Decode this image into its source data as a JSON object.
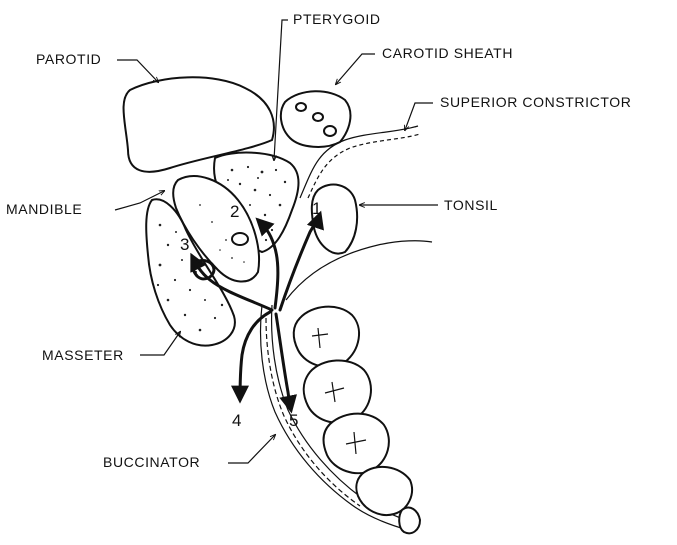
{
  "labels": {
    "pterygoid": "PTERYGOID",
    "parotid": "PAROTID",
    "carotid_sheath": "CAROTID SHEATH",
    "superior_constrictor": "SUPERIOR CONSTRICTOR",
    "mandible": "MANDIBLE",
    "tonsil": "TONSIL",
    "masseter": "MASSETER",
    "buccinator": "BUCCINATOR"
  },
  "path_numbers": [
    "1",
    "2",
    "3",
    "4",
    "5"
  ]
}
